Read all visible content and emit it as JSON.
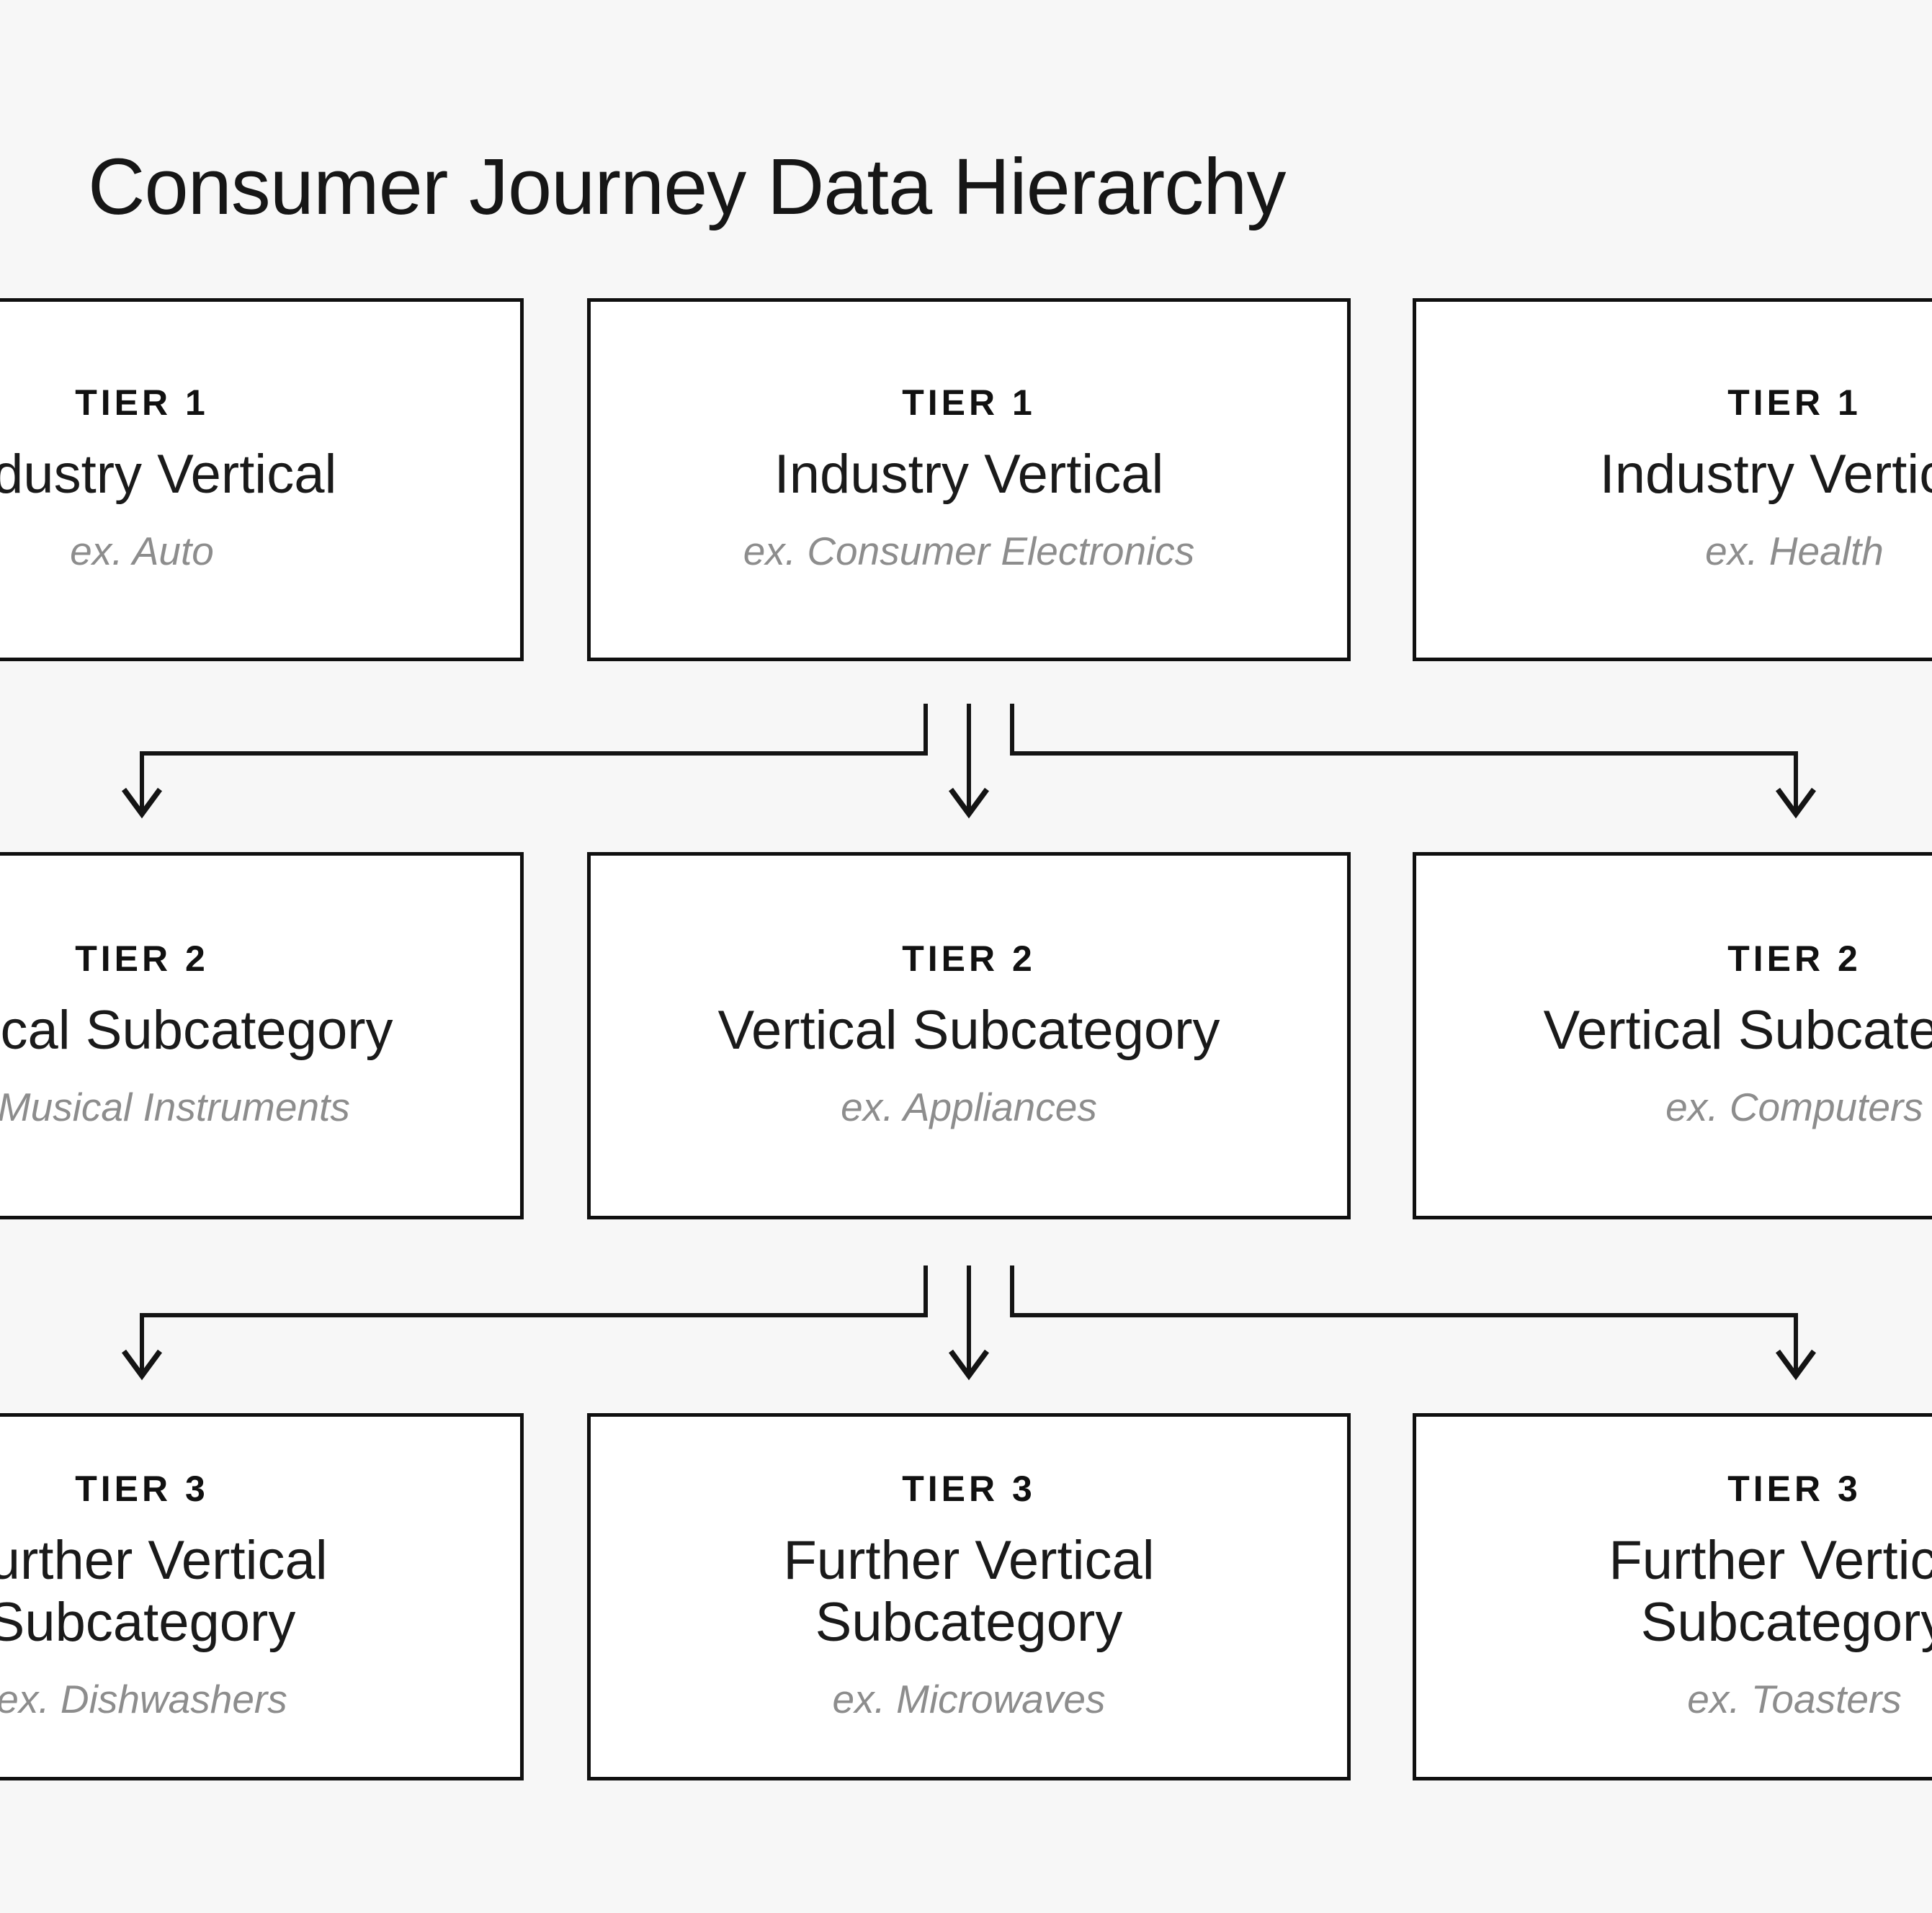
{
  "title": "Consumer Journey Data Hierarchy",
  "colors": {
    "background": "#f7f7f7",
    "box_background": "#ffffff",
    "box_border": "#101010",
    "title_text": "#161616",
    "label_text": "#1a1a1a",
    "example_text": "#8d8d8d",
    "connector": "#141414"
  },
  "tiers": [
    {
      "tier_label": "TIER 1",
      "category_label": "Industry Vertical",
      "examples": {
        "left": "ex. Auto",
        "center": "ex. Consumer Electronics",
        "right": "ex. Health"
      }
    },
    {
      "tier_label": "TIER 2",
      "category_label": "Vertical Subcategory",
      "examples": {
        "left": "ex. Musical Instruments",
        "center": "ex. Appliances",
        "right": "ex. Computers"
      }
    },
    {
      "tier_label": "TIER 3",
      "category_label": "Further Vertical Subcategory",
      "examples": {
        "left": "ex. Dishwashers",
        "center": "ex. Microwaves",
        "right": "ex. Toasters"
      }
    }
  ]
}
